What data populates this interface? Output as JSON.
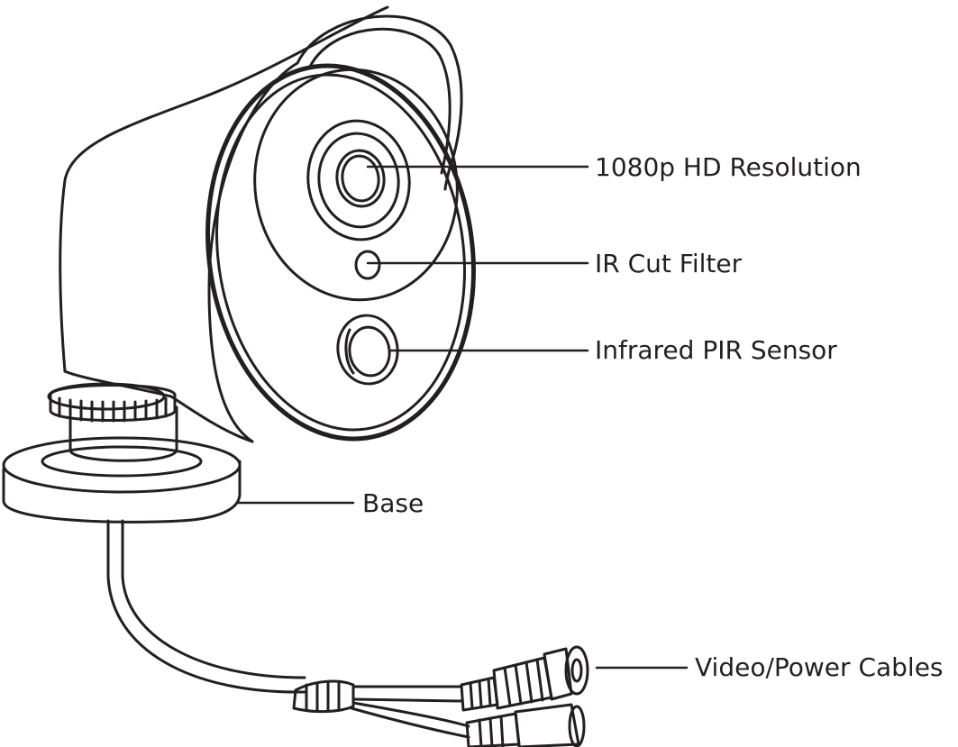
{
  "colors": {
    "line": "#231f20",
    "background": "#ffffff"
  },
  "callouts": {
    "resolution": "1080p HD Resolution",
    "ir_cut_filter": "IR Cut Filter",
    "pir_sensor": "Infrared PIR Sensor",
    "base": "Base",
    "cables": "Video/Power Cables"
  }
}
